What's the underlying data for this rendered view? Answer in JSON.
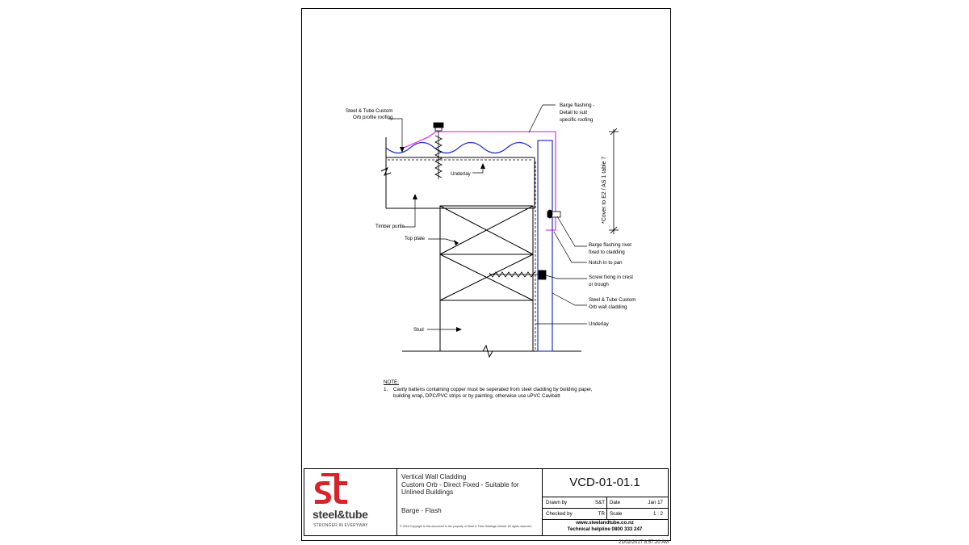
{
  "labels": {
    "roofing": [
      "Steel & Tube Custom",
      "Orb profile roofing"
    ],
    "barge_flashing": [
      "Barge flashing -",
      "Detail to suit",
      "specific roofing"
    ],
    "underlay_roof": "Underlay",
    "cover": "*Cover to E2 / AS 1 table 7",
    "timber_purlin": "Timber purlin",
    "top_plate": "Top plate",
    "rivet": [
      "Barge flashing rivet",
      "fixed to cladding"
    ],
    "notch": "Notch in to pan",
    "screw": [
      "Screw fixing in crest",
      "or trough"
    ],
    "wall_cladding": [
      "Steel & Tube Custom",
      "Orb wall cladding"
    ],
    "underlay_wall": "Underlay",
    "stud": "Stud"
  },
  "note": {
    "title": "NOTE:",
    "num": "1.",
    "lines": [
      "Cavity battens containing copper must be seperated from steel cladding by building paper,",
      "building wrap, DPC/PVC strips or by painting, otherwise use uPVC Cavibatt"
    ]
  },
  "title_block": {
    "brand": "steel&tube",
    "tagline": "STRONGER IN EVERYWAY",
    "desc": [
      "Vertical Wall Cladding",
      "Custom Orb - Direct Fixed - Suitable for",
      "Unlined Buildings"
    ],
    "subtitle": "Barge - Flash",
    "copyright": "© 2016 Copyright in this document is the property of Steel & Tube Holdings Limited. All rights reserved.",
    "drawing_no": "VCD-01-01.1",
    "drawn_by_label": "Drawn by",
    "drawn_by": "S&T",
    "date_label": "Date",
    "date": "Jan 17",
    "checked_by_label": "Checked by",
    "checked_by": "TR",
    "scale_label": "Scale",
    "scale": "1 : 2",
    "website": "www.steelandtube.co.nz",
    "helpline": "Technical helpline 0800 333 247"
  },
  "timestamp": "21/02/2017 8:57:20 AM",
  "colors": {
    "roof_profile": "#2233cc",
    "flashing": "#e040e0",
    "cladding": "#2233cc",
    "logo_red": "#d8232a"
  }
}
